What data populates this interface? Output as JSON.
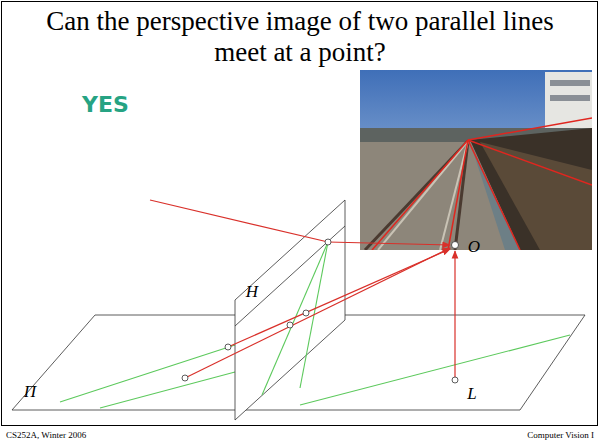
{
  "diagram": {
    "title": "Can the perspective image of two parallel lines meet at a point?",
    "labels": [
      "YES",
      "H",
      "O",
      "Π",
      "L",
      "CS252A, Winter 2006",
      "Computer Vision I"
    ]
  }
}
